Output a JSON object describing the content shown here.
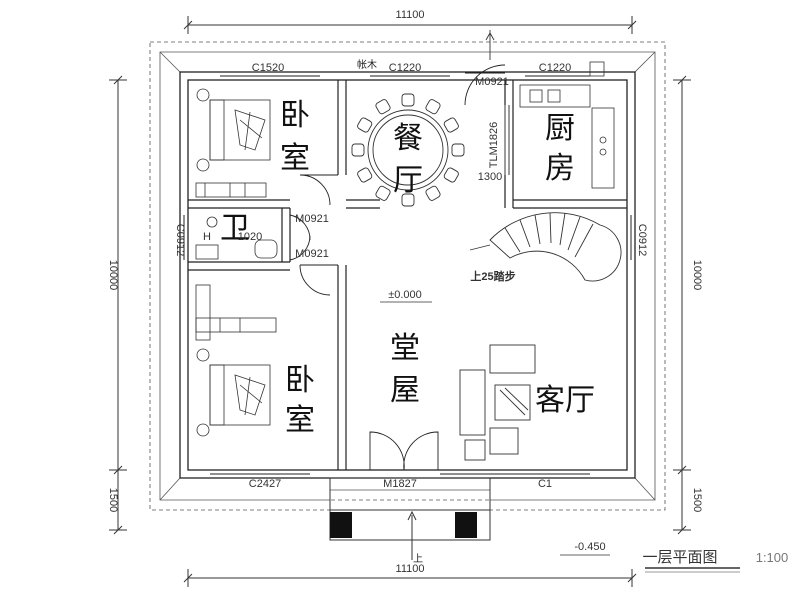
{
  "dimensions": {
    "top": "11100",
    "bottom": "11100",
    "left_main": "10000",
    "left_porch": "1500",
    "right_main": "10000",
    "right_porch": "1500"
  },
  "rooms": {
    "bedroom_top_1": "卧",
    "bedroom_top_2": "室",
    "bathroom": "卫",
    "dining_1": "餐",
    "dining_2": "厅",
    "kitchen_1": "厨",
    "kitchen_2": "房",
    "hall_1": "堂",
    "hall_2": "屋",
    "bedroom_bottom_1": "卧",
    "bedroom_bottom_2": "室",
    "living": "客厅"
  },
  "labels": {
    "c1520": "C1520",
    "gui_mu": "帐木",
    "c1220_dining": "C1220",
    "m0921_top": "M0921",
    "c1220_kitchen": "C1220",
    "tlm1826": "TLM1826",
    "w1300": "1300",
    "m0921_bath_upper": "M0921",
    "m0921_bath_lower": "M0921",
    "c0912_left": "C0912",
    "c0912_right": "C0912",
    "h_label": "H",
    "bath_code": "1020",
    "stair_note": "上25踏步",
    "elevation": "±0.000",
    "c2427": "C2427",
    "m1827": "M1827",
    "c1": "C1",
    "outside_elev": "-0.450",
    "up_arrow_text": "上"
  },
  "title": {
    "text": "一层平面图",
    "scale": "1:100"
  }
}
